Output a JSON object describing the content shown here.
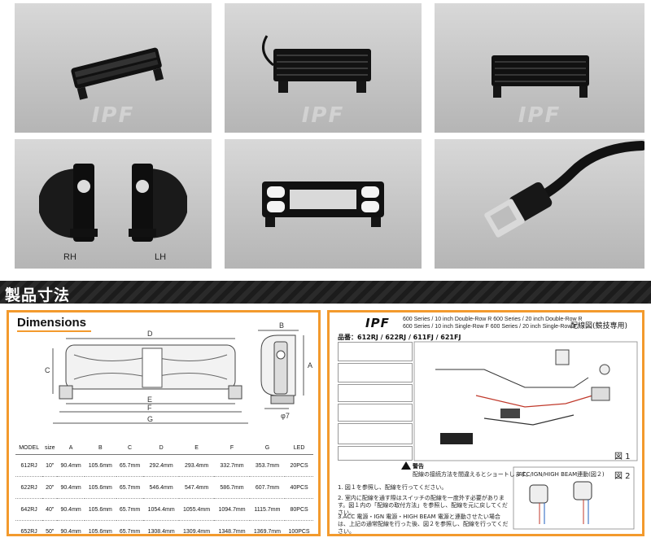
{
  "photos": {
    "captions": {
      "rh": "RH",
      "lh": "LH"
    },
    "watermark": "IPF"
  },
  "banner": {
    "title": "製品寸法"
  },
  "dimensions": {
    "title": "Dimensions",
    "letters": {
      "a": "A",
      "b": "B",
      "c": "C",
      "d": "D",
      "e": "E",
      "f": "F",
      "g": "G",
      "phi": "φ7"
    },
    "columns": [
      "MODEL",
      "size",
      "A",
      "B",
      "C",
      "D",
      "E",
      "F",
      "G",
      "LED"
    ],
    "rows": [
      [
        "612RJ",
        "10\"",
        "90.4mm",
        "105.6mm",
        "65.7mm",
        "292.4mm",
        "293.4mm",
        "332.7mm",
        "353.7mm",
        "20PCS"
      ],
      [
        "622RJ",
        "20\"",
        "90.4mm",
        "105.6mm",
        "65.7mm",
        "546.4mm",
        "547.4mm",
        "586.7mm",
        "607.7mm",
        "40PCS"
      ],
      [
        "642RJ",
        "40\"",
        "90.4mm",
        "105.6mm",
        "65.7mm",
        "1054.4mm",
        "1055.4mm",
        "1094.7mm",
        "1115.7mm",
        "80PCS"
      ],
      [
        "652RJ",
        "50\"",
        "90.4mm",
        "105.6mm",
        "65.7mm",
        "1308.4mm",
        "1309.4mm",
        "1348.7mm",
        "1369.7mm",
        "100PCS"
      ]
    ]
  },
  "wiring": {
    "logo": "IPF",
    "series_lines": [
      "600 Series / 10 inch Double-Row R   600 Series / 20 inch Double-Row R",
      "600 Series / 10 inch Single-Row F   600 Series / 20 inch Single-Row F"
    ],
    "heading": "配線図(競技専用)",
    "model_label": "品番：612RJ / 622RJ / 611FJ / 621FJ",
    "warning_title": "警告",
    "warning_text": "配線の接続方法を間違えるとショートします。",
    "fig1": "図 1",
    "fig2": "図 2",
    "fig2_box": "ACC/IGN/HIGH BEAM連動(図２)",
    "notes": [
      "1. 図１を参照し、配線を行ってください。",
      "2. 室内に配線を通す際はスイッチの配線を一度外す必要があります。図１内の「配線の取付方法」を参照し、配線を元に戻してください。",
      "3.ACC 電源・IGN 電源・HIGH BEAM 電源と連動させたい場合は、上記の通常配線を行った後、図２を参照し、配線を行ってください。"
    ]
  }
}
